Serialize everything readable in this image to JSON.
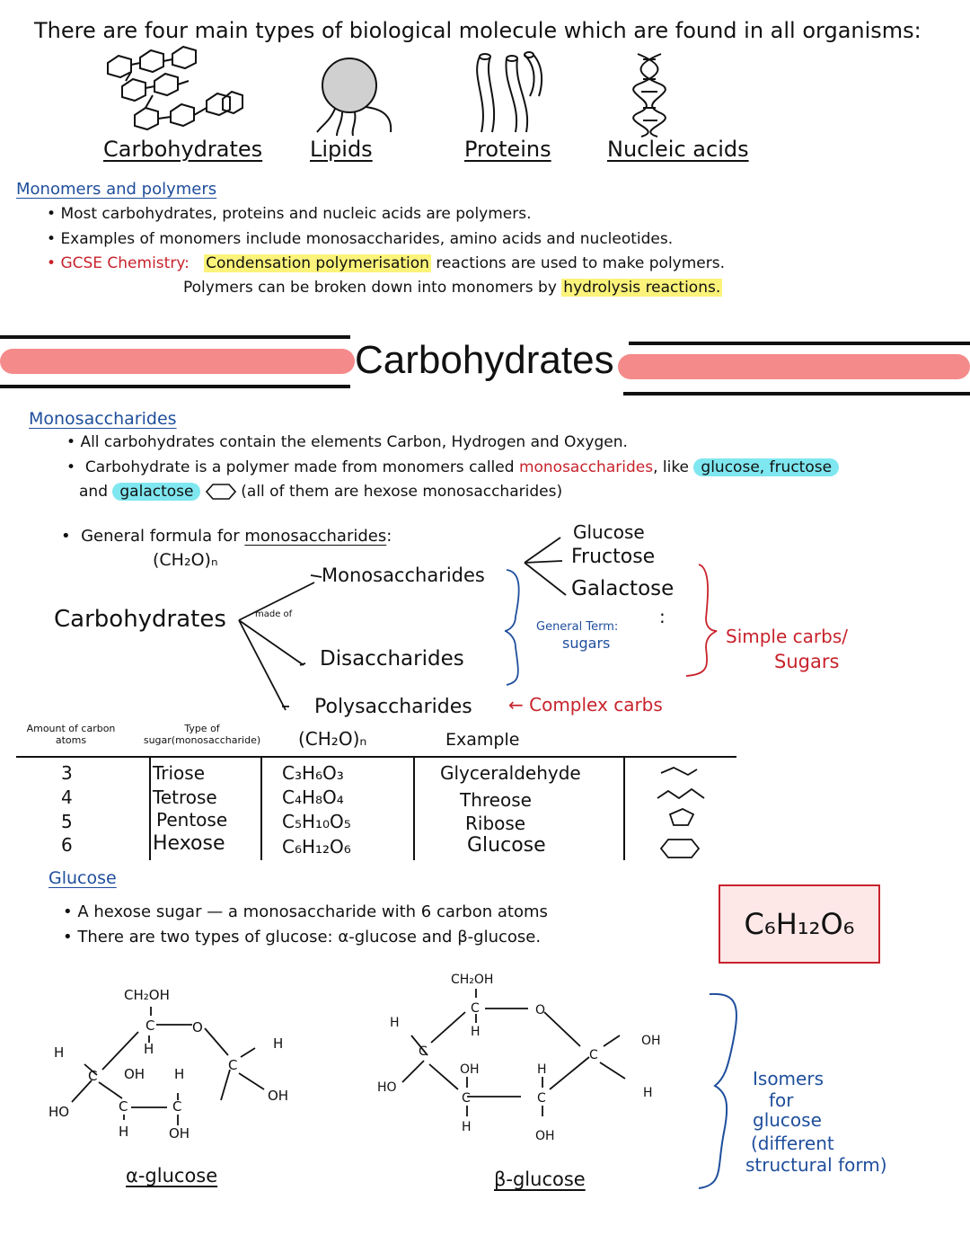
{
  "intro": {
    "heading": "There are four main types of biological molecule which are found in all organisms:",
    "molecules": [
      "Carbohydrates",
      "Lipids",
      "Proteins",
      "Nucleic acids"
    ]
  },
  "monomers": {
    "title": "Monomers and polymers",
    "bullet1": "Most carbohydrates, proteins and nucleic acids are polymers.",
    "bullet2": "Examples of monomers include monosaccharides, amino acids and nucleotides.",
    "gcse_label": "GCSE Chemistry:",
    "condensation": "Condensation polymerisation",
    "bullet3_rest": "reactions are used to make polymers.",
    "line4_start": "Polymers can be broken down into monomers by",
    "hydrolysis": "hydrolysis reactions."
  },
  "banner": {
    "title": "Carbohydrates"
  },
  "mono": {
    "title": "Monosaccharides",
    "b1": "All carbohydrates contain the elements Carbon, Hydrogen and Oxygen.",
    "b2_start": "Carbohydrate is a polymer made from monomers called",
    "b2_mono": "monosaccharides",
    "b2_like": ", like",
    "b2_gf": "glucose, fructose",
    "b2_and": "and",
    "b2_gal": "galactose",
    "b2_end": "(all of them are hexose monosaccharides)",
    "formula_label": "General formula for",
    "formula_word": "monosaccharides",
    "formula_colon": ":",
    "formula": "(CH₂O)ₙ"
  },
  "tree": {
    "root": "Carbohydrates",
    "made_of": "made of",
    "monosaccharides": "Monosaccharides",
    "disaccharides": "Disaccharides",
    "polysaccharides": "Polysaccharides",
    "glucose": "Glucose",
    "fructose": "Fructose",
    "galactose": "Galactose",
    "dots": ":",
    "general_term_1": "General Term:",
    "general_term_2": "sugars",
    "simple_1": "Simple carbs/",
    "simple_2": "Sugars",
    "complex": "← Complex carbs"
  },
  "table": {
    "headers": [
      "Amount of carbon atoms",
      "Type of sugar(monosaccharide)",
      "(CH₂O)ₙ",
      "Example"
    ],
    "rows": [
      [
        "3",
        "Triose",
        "C₃H₆O₃",
        "Glyceraldehyde"
      ],
      [
        "4",
        "Tetrose",
        "C₄H₈O₄",
        "Threose"
      ],
      [
        "5",
        "Pentose",
        "C₅H₁₀O₅",
        "Ribose"
      ],
      [
        "6",
        "Hexose",
        "C₆H₁₂O₆",
        "Glucose"
      ]
    ]
  },
  "glucose": {
    "title": "Glucose",
    "b1": "A hexose sugar — a monosaccharide with 6 carbon atoms",
    "b2": "There are two types of glucose: α-glucose and β-glucose.",
    "formula_box": "C₆H₁₂O₆",
    "alpha_label": "α-glucose",
    "beta_label": "β-glucose",
    "isomers_note": [
      "Isomers",
      "for",
      "glucose",
      "(different",
      "structural form)"
    ],
    "atoms": {
      "ch2oh": "CH₂OH",
      "c": "C",
      "o": "O",
      "h": "H",
      "oh": "OH",
      "ho": "HO"
    }
  }
}
